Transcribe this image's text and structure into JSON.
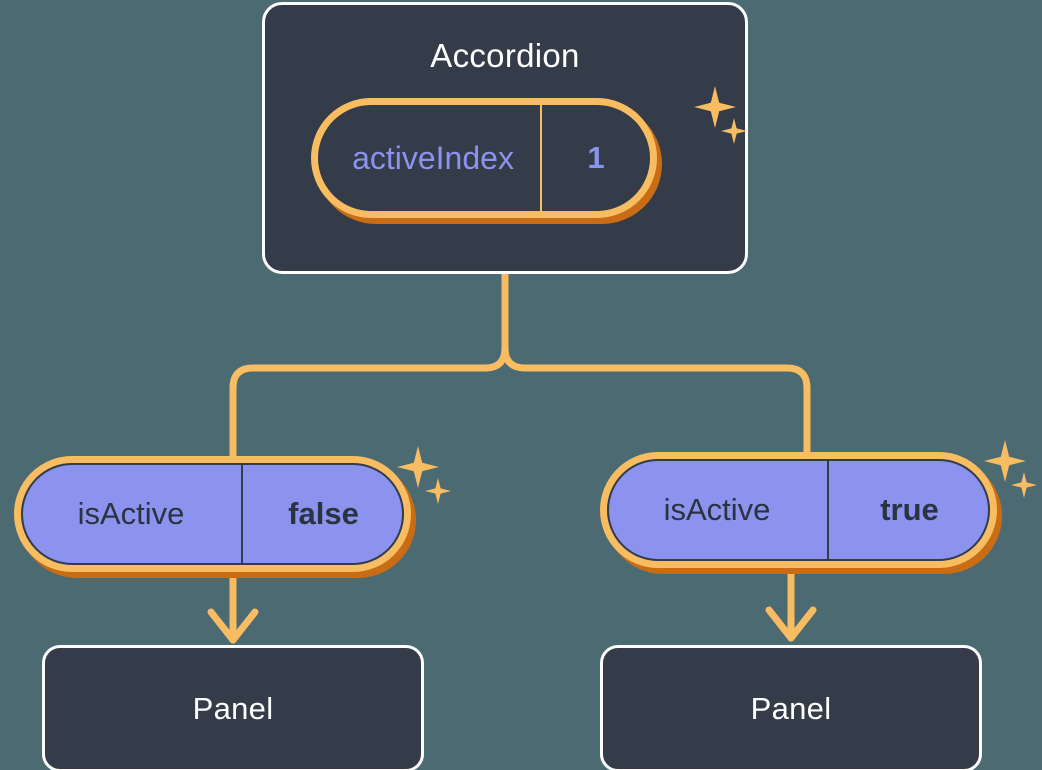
{
  "diagram": {
    "type": "component-tree",
    "background_color": "#4c6a72",
    "accent_color": "#f7bd60",
    "shadow_color": "#c86c15",
    "card_color": "#343b49",
    "prop_fill_color": "#8b93ef"
  },
  "root": {
    "title": "Accordion",
    "state": {
      "key": "activeIndex",
      "value": "1"
    }
  },
  "children": [
    {
      "prop": {
        "key": "isActive",
        "value": "false"
      },
      "title": "Panel"
    },
    {
      "prop": {
        "key": "isActive",
        "value": "true"
      },
      "title": "Panel"
    }
  ],
  "icons": {
    "sparkle_large": "sparkle-icon",
    "sparkle_small": "sparkle-icon"
  }
}
